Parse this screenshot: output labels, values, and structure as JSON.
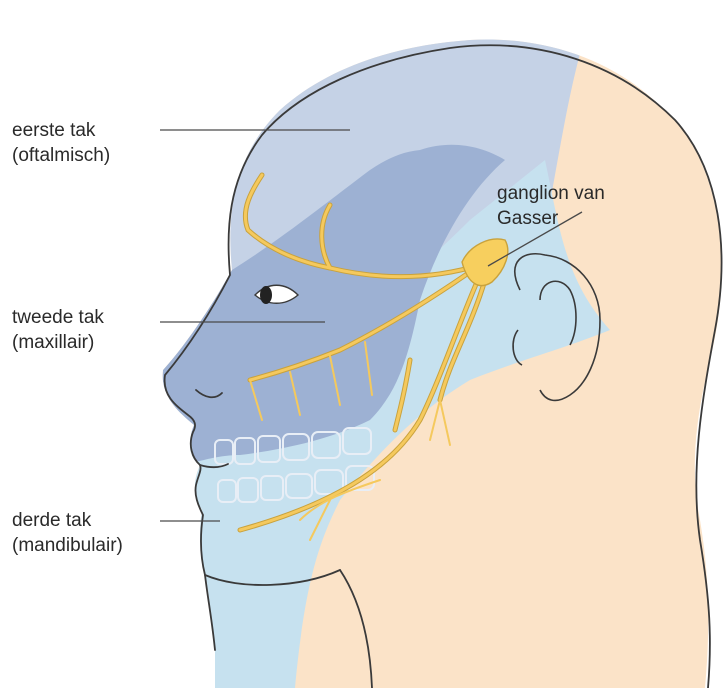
{
  "labels": {
    "first_branch": {
      "line1": "eerste tak",
      "line2": "(oftalmisch)"
    },
    "second_branch": {
      "line1": "tweede tak",
      "line2": "(maxillair)"
    },
    "third_branch": {
      "line1": "derde tak",
      "line2": "(mandibulair)"
    },
    "ganglion": {
      "line1": "ganglion van",
      "line2": "Gasser"
    }
  },
  "colors": {
    "skin": "#fbe3c8",
    "first_branch_zone": "#c5d2e6",
    "second_branch_zone": "#9db1d3",
    "third_branch_zone": "#c6e1ef",
    "nerve": "#f5c95d",
    "nerve_outline": "#c9a23c",
    "outline": "#3a3a3a"
  }
}
